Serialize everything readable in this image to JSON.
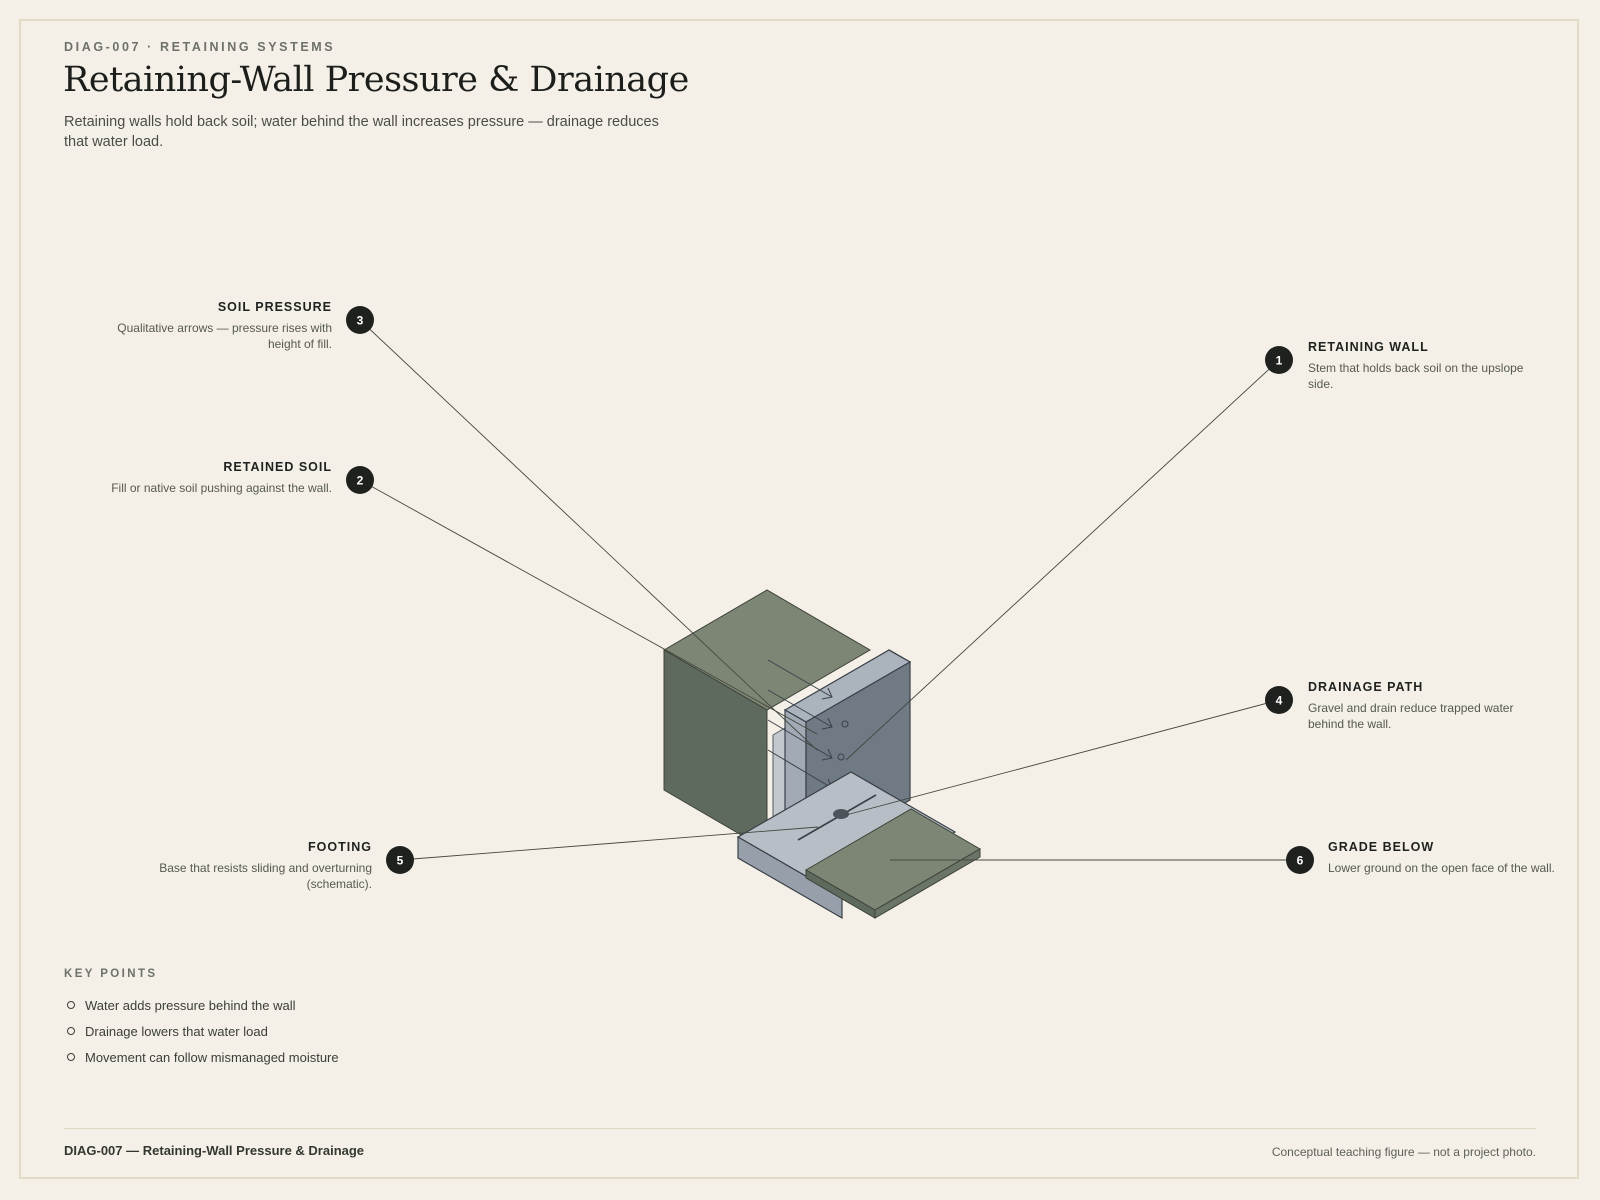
{
  "header": {
    "eyebrow": "DIAG-007 · RETAINING SYSTEMS",
    "title": "Retaining-Wall Pressure & Drainage",
    "subtitle": "Retaining walls hold back soil; water behind the wall increases pressure — drainage reduces that water load."
  },
  "callouts": [
    {
      "number": "1",
      "title": "RETAINING WALL",
      "desc": "Stem that holds back soil on the upslope side."
    },
    {
      "number": "2",
      "title": "RETAINED SOIL",
      "desc": "Fill or native soil pushing against the wall."
    },
    {
      "number": "3",
      "title": "SOIL PRESSURE",
      "desc": "Qualitative arrows — pressure rises with height of fill."
    },
    {
      "number": "4",
      "title": "DRAINAGE PATH",
      "desc": "Gravel and drain reduce trapped water behind the wall."
    },
    {
      "number": "5",
      "title": "FOOTING",
      "desc": "Base that resists sliding and overturning (schematic)."
    },
    {
      "number": "6",
      "title": "GRADE BELOW",
      "desc": "Lower ground on the open face of the wall."
    }
  ],
  "key_points": {
    "title": "KEY POINTS",
    "items": [
      "Water adds pressure behind the wall",
      "Drainage lowers that water load",
      "Movement can follow mismanaged moisture"
    ]
  },
  "footer": {
    "left": "DIAG-007 — Retaining-Wall Pressure & Drainage",
    "right": "Conceptual teaching figure — not a project photo."
  },
  "colors": {
    "background": "#f4f0e7",
    "soil": "#7d8675",
    "concrete": "#a9b2bb",
    "badge": "#1f211f"
  }
}
